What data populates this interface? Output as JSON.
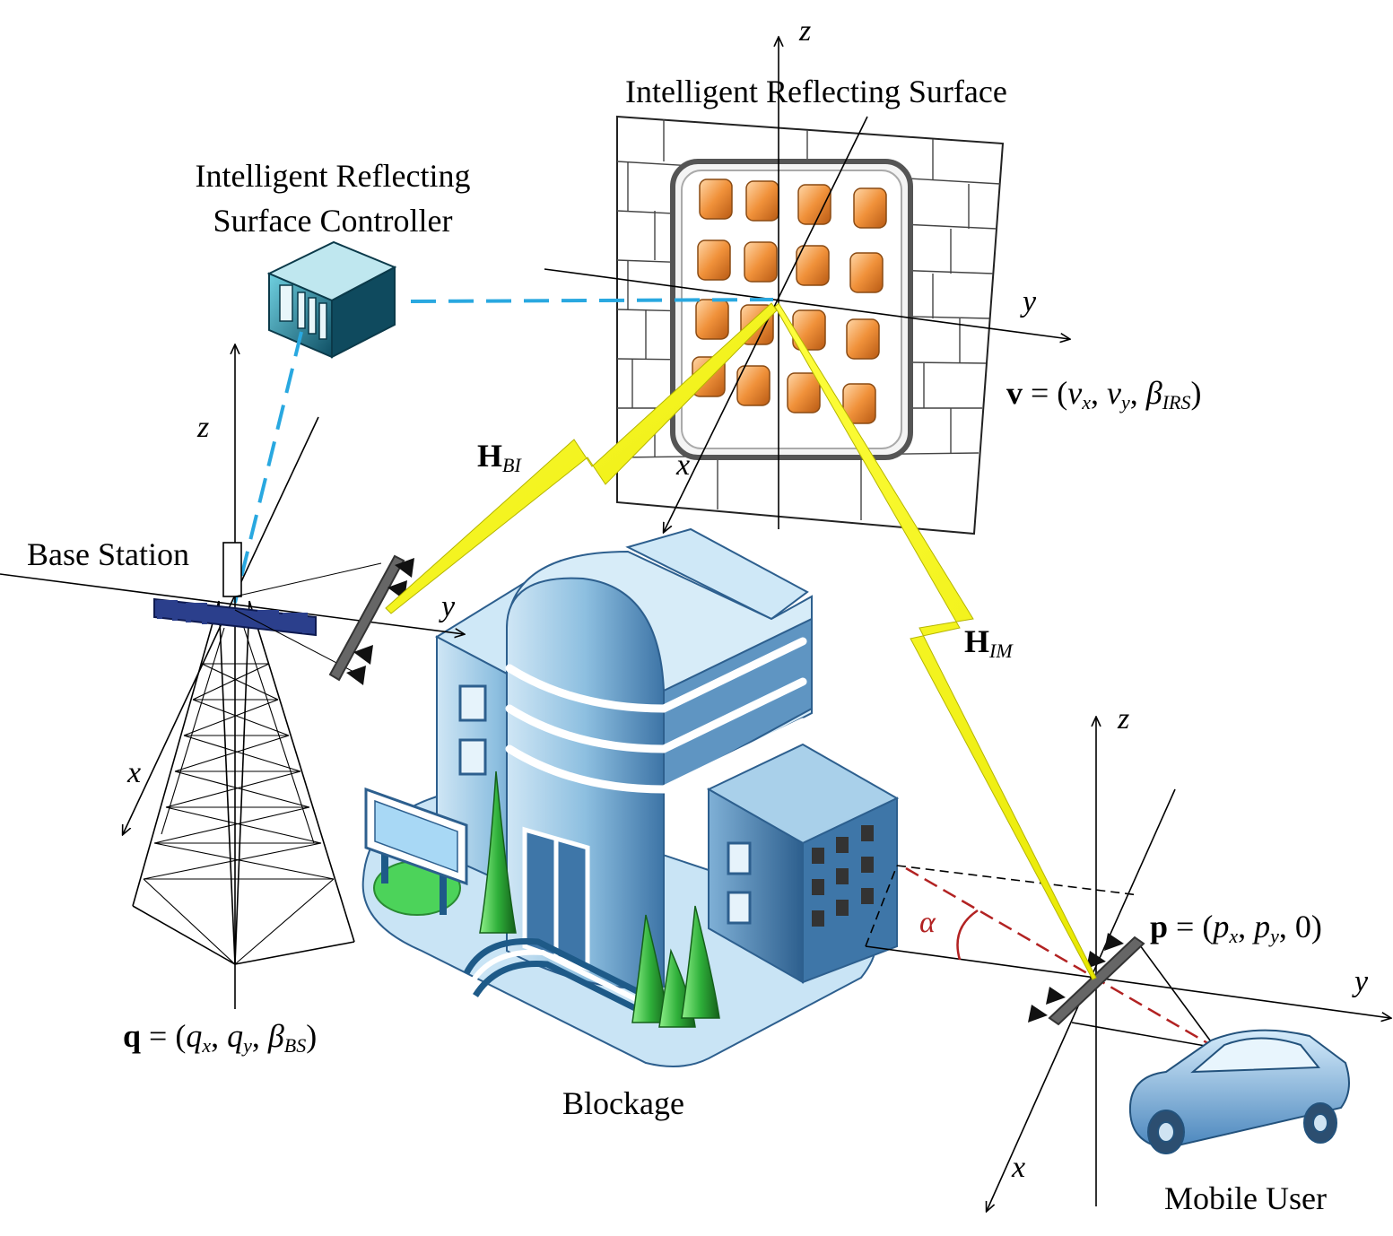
{
  "labels": {
    "irs_title": "Intelligent Reflecting Surface",
    "controller_line1": "Intelligent Reflecting",
    "controller_line2": "Surface Controller",
    "base_station": "Base Station",
    "blockage": "Blockage",
    "mobile_user": "Mobile User"
  },
  "axes": {
    "x": "x",
    "y": "y",
    "z": "z"
  },
  "equations": {
    "irs": {
      "vec": "v",
      "eq": " = (",
      "c1": "v",
      "c1s": "x",
      "sep1": ", ",
      "c2": "v",
      "c2s": "y",
      "sep2": ", ",
      "c3": "β",
      "c3s": "IRS",
      "close": ")"
    },
    "bs": {
      "vec": "q",
      "eq": " = (",
      "c1": "q",
      "c1s": "x",
      "sep1": ", ",
      "c2": "q",
      "c2s": "y",
      "sep2": ", ",
      "c3": "β",
      "c3s": "BS",
      "close": ")"
    },
    "user": {
      "vec": "p",
      "eq": " = (",
      "c1": "p",
      "c1s": "x",
      "sep1": ", ",
      "c2": "p",
      "c2s": "y",
      "sep2": ", ",
      "c3": "0",
      "close": ")"
    }
  },
  "channels": {
    "bi": {
      "main": "H",
      "sub": "BI"
    },
    "im": {
      "main": "H",
      "sub": "IM"
    }
  },
  "angle_label": "α",
  "colors": {
    "link_dashed": "#29a8e0",
    "lightning": "#ffff33",
    "angle_line": "#b22222",
    "irs_element": "#e8934a",
    "building": "#7fb3d5",
    "tree": "#2e9b3a"
  }
}
